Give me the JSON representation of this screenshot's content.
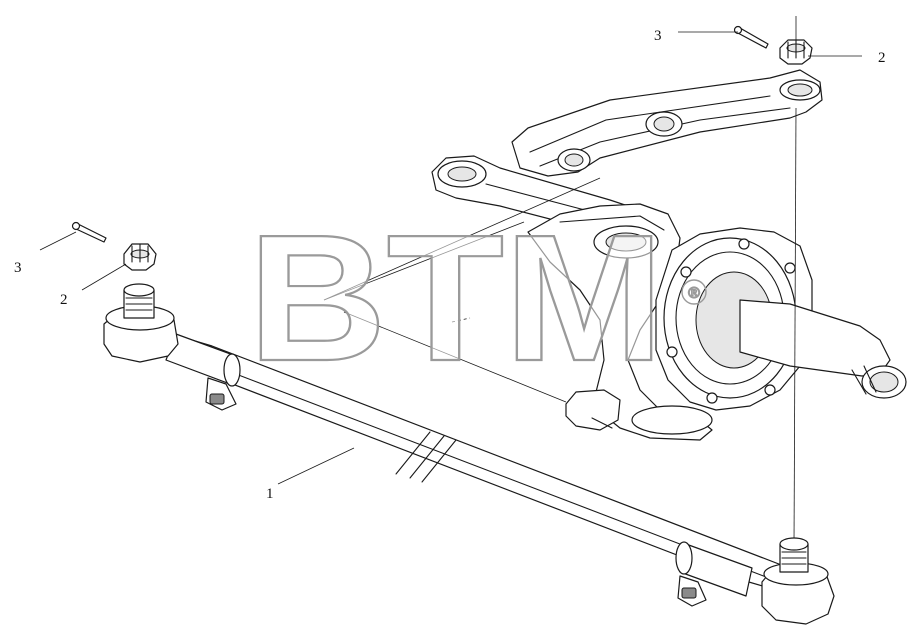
{
  "callouts": [
    {
      "id": "tie-rod",
      "label": "1"
    },
    {
      "id": "nut-left",
      "label": "2"
    },
    {
      "id": "nut-right",
      "label": "2"
    },
    {
      "id": "pin-left",
      "label": "3"
    },
    {
      "id": "pin-right",
      "label": "3"
    }
  ],
  "watermark": {
    "text": "BTM",
    "mark": "®"
  },
  "colors": {
    "line": "#1a1a1a",
    "watermark_stroke": "#9a9a9a",
    "background": "#ffffff"
  }
}
